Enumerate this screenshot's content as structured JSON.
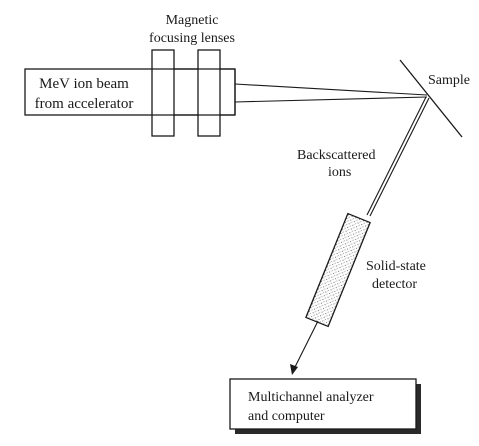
{
  "labels": {
    "lenses_line1": "Magnetic",
    "lenses_line2": "focusing lenses",
    "source_line1": "MeV ion beam",
    "source_line2": "from accelerator",
    "sample": "Sample",
    "backscattered_line1": "Backscattered",
    "backscattered_line2": "ions",
    "detector_line1": "Solid-state",
    "detector_line2": "detector",
    "analyzer_line1": "Multichannel analyzer",
    "analyzer_line2": "and computer"
  }
}
